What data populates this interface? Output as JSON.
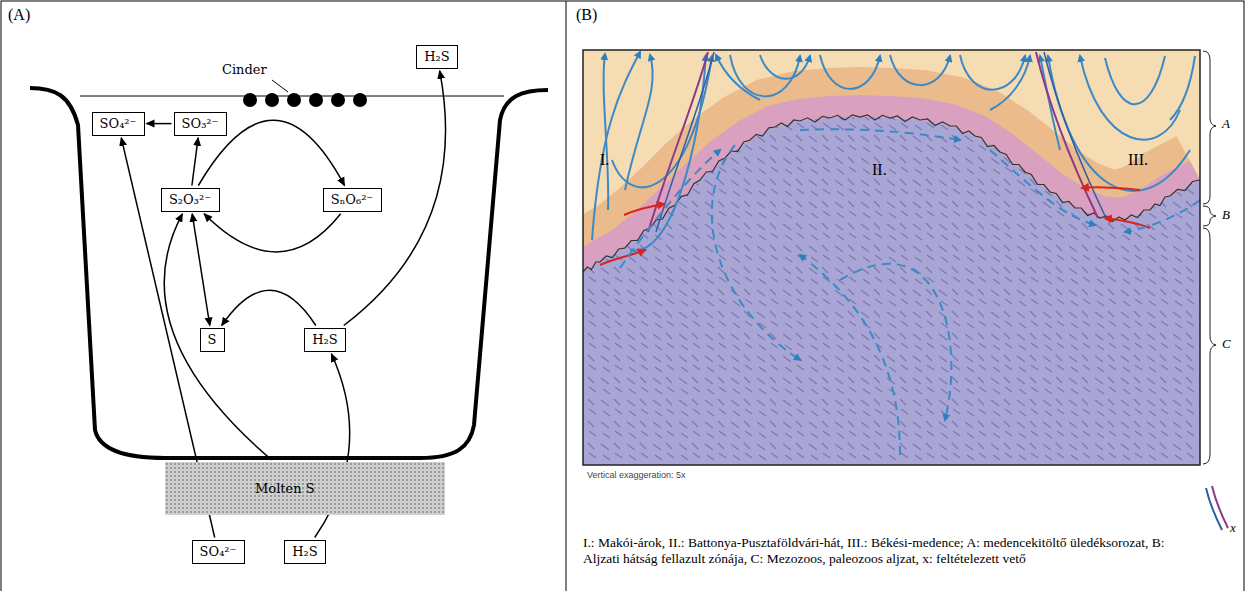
{
  "diagram": {
    "nodes": [
      {
        "text": [
          "H₂S"
        ]
      },
      {
        "text": [
          "SO₄²⁻"
        ]
      },
      {
        "text": [
          "SO₃²⁻"
        ]
      },
      {
        "text": [
          "S₂O₃²⁻"
        ]
      },
      {
        "text": [
          "SₙO₆²⁻"
        ]
      },
      {
        "text": [
          "S"
        ]
      },
      {
        "text": [
          "H₂S"
        ]
      },
      {
        "text": [
          "Molten S"
        ]
      },
      {
        "text": [
          "SO₄²⁻"
        ]
      },
      {
        "text": [
          "H₂S"
        ]
      }
    ],
    "edges": [
      {
        "from": 2,
        "to": 1,
        "arrow": "to"
      },
      {
        "from": 3,
        "to": 2,
        "arrow": "to"
      },
      {
        "from": 3,
        "to": 4,
        "arrow": "to"
      },
      {
        "from": 3,
        "to": 5,
        "arrow": "both"
      },
      {
        "from": 4,
        "to": 3,
        "arrow": "to"
      },
      {
        "from": 6,
        "to": 5,
        "arrow": "to"
      },
      {
        "from": 6,
        "to": 0,
        "arrow": "to"
      },
      {
        "from": 7,
        "to": 3,
        "arrow": "to"
      },
      {
        "from": 8,
        "to": 1,
        "arrow": "to"
      },
      {
        "from": 9,
        "to": 6,
        "arrow": "to"
      }
    ],
    "labels": [
      "(A)",
      "(B)",
      "Cinder",
      "I.",
      "II.",
      "III.",
      "A",
      "B",
      "C",
      "x",
      "Vertical exaggeration: 5x",
      "I.: Makói-árok, II.: Battonya-Pusztaföldvári-hát, III.: Békési-medence; A: medencekitöltő üledéksorozat, B: Aljzati hátság fellazult zónája, C: Mezozoos, paleozoos aljzat, x: feltételezett vető"
    ]
  }
}
